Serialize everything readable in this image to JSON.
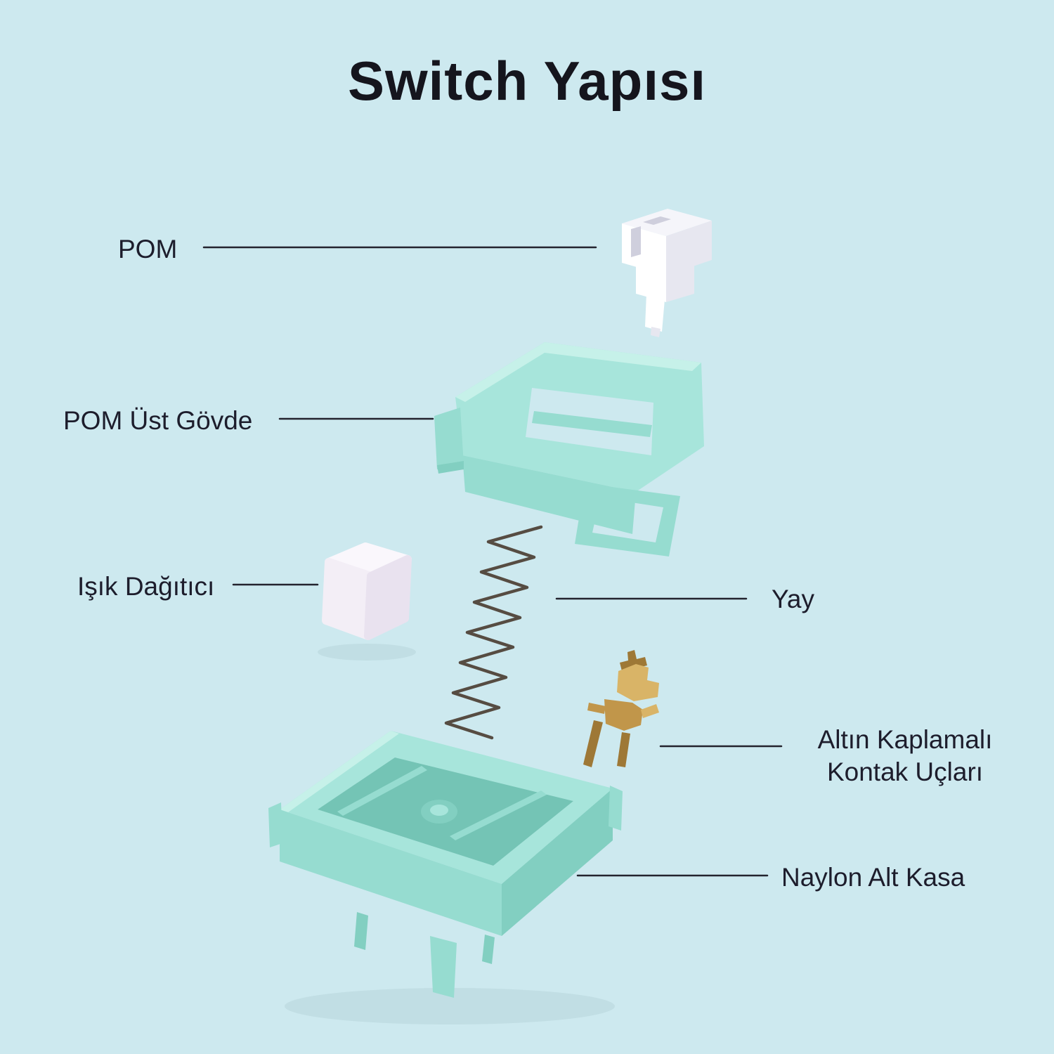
{
  "title": "Switch Yapısı",
  "labels": {
    "pom": "POM",
    "top_housing": "POM Üst Gövde",
    "diffuser": "Işık Dağıtıcı",
    "spring": "Yay",
    "contacts_line1": "Altın Kaplamalı",
    "contacts_line2": "Kontak Uçları",
    "bottom_housing": "Naylon Alt Kasa"
  },
  "parts": {
    "stem": "POM stem (white)",
    "top_housing": "POM upper housing (mint)",
    "diffuser": "light diffuser (translucent white)",
    "spring": "coil spring (metal)",
    "contacts": "gold plated contact leaves",
    "bottom_housing": "nylon bottom case (mint)"
  },
  "colors": {
    "background": "#cde9ef",
    "text": "#1d1d2c",
    "title": "#15151d",
    "leader_line": "#23232e",
    "mint": "#a7e5db",
    "mint_dark": "#82cfc1",
    "white_part": "#ffffff",
    "diffuser": "#f3eef6",
    "gold": "#c1964a",
    "spring": "#564c42"
  }
}
